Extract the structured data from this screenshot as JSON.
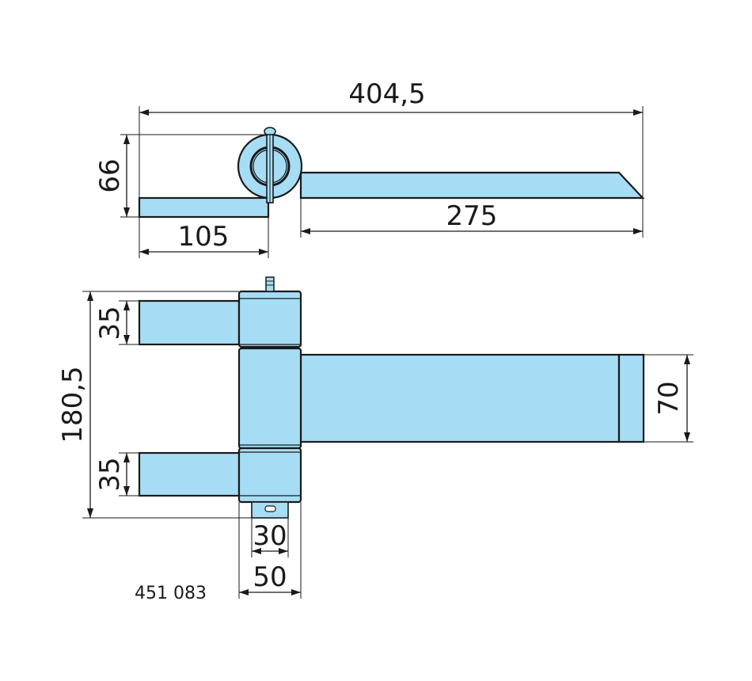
{
  "drawing": {
    "part_color": "#a6ddf5",
    "line_color": "#1a1a1a",
    "reference_number": "451 083",
    "dimensions": {
      "total_length": "404,5",
      "height_side": "66",
      "short_leaf_length": "105",
      "long_leaf_length": "275",
      "total_height": "180,5",
      "upper_leaf_height": "35",
      "lower_leaf_height": "35",
      "long_leaf_height": "70",
      "pin_width": "30",
      "barrel_width": "50"
    }
  }
}
